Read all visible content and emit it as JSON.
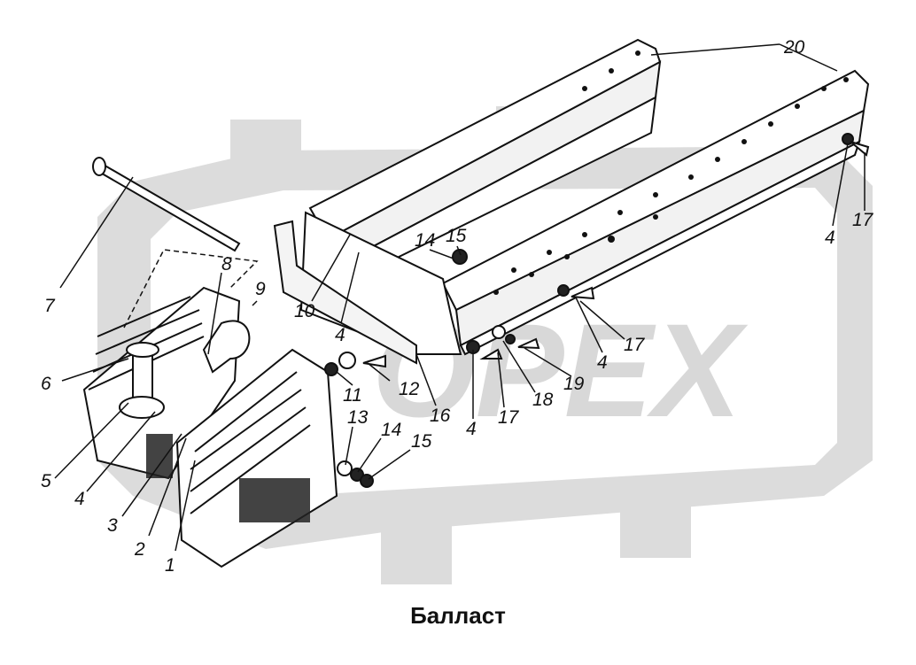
{
  "caption": "Балласт",
  "watermark": {
    "text": "OPEX",
    "color": "#d9d9d9"
  },
  "colors": {
    "line": "#111111",
    "background": "#ffffff"
  },
  "callouts": [
    "1",
    "2",
    "3",
    "4",
    "5",
    "6",
    "7",
    "8",
    "9",
    "10",
    "11",
    "12",
    "13",
    "14",
    "15",
    "16",
    "17",
    "18",
    "19",
    "20"
  ],
  "callout_labels": {
    "c1": "1",
    "c2": "2",
    "c3": "3",
    "c4a": "4",
    "c5": "5",
    "c6": "6",
    "c7": "7",
    "c8": "8",
    "c9": "9",
    "c10": "10",
    "c4b": "4",
    "c11": "11",
    "c12": "12",
    "c13": "13",
    "c14a": "14",
    "c15a": "15",
    "c14b": "14",
    "c15b": "15",
    "c16": "16",
    "c4c": "4",
    "c17a": "17",
    "c18": "18",
    "c19": "19",
    "c4d": "4",
    "c17b": "17",
    "c20": "20",
    "c4e": "4",
    "c17c": "17"
  }
}
